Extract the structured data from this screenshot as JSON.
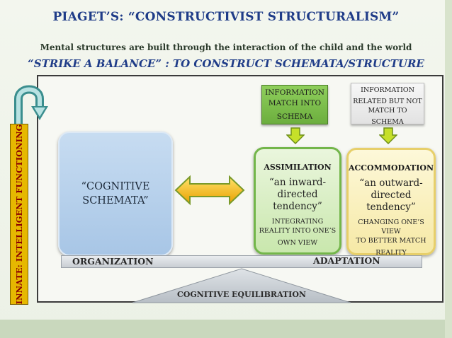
{
  "title": "PIAGET’S: “CONSTRUCTIVIST STRUCTURALISM”",
  "subtitle": "Mental structures are built through the interaction of the child and the world",
  "subtitle2": "“STRIKE A BALANCE” : TO CONSTRUCT SCHEMATA/STRUCTURE",
  "side_label": "INNATE: INTELLIGENT FUNCTIONING",
  "schemata": {
    "line1": "“COGNITIVE",
    "line2": "SCHEMATA”"
  },
  "info_match": {
    "line1": "INFORMATION",
    "line2": "MATCH INTO",
    "line3": "SCHEMA"
  },
  "info_related": {
    "line1": "INFORMATION",
    "line2": "RELATED BUT NOT",
    "line3": "MATCH TO",
    "line4": "SCHEMA"
  },
  "assimilation": {
    "heading": "ASSIMILATION",
    "quote1": "“an inward-",
    "quote2": "directed",
    "quote3": "tendency”",
    "desc1": "INTEGRATING",
    "desc2": "REALITY INTO ONE’S",
    "desc3": "OWN VIEW"
  },
  "accommodation": {
    "heading": "ACCOMMODATION",
    "quote1": "“an outward-",
    "quote2": "directed",
    "quote3": "tendency”",
    "desc1": "CHANGING ONE’S VIEW",
    "desc2": "TO BETTER MATCH",
    "desc3": "REALITY"
  },
  "organization": "ORGANIZATION",
  "adaptation": "ADAPTATION",
  "equilibration": "COGNITIVE EQUILIBRATION",
  "colors": {
    "title": "#1f3c88",
    "side_bar": "#e6b800",
    "side_text": "#8b0000",
    "green": "#73b64a",
    "yellow_arrow": "#c6e02a"
  }
}
